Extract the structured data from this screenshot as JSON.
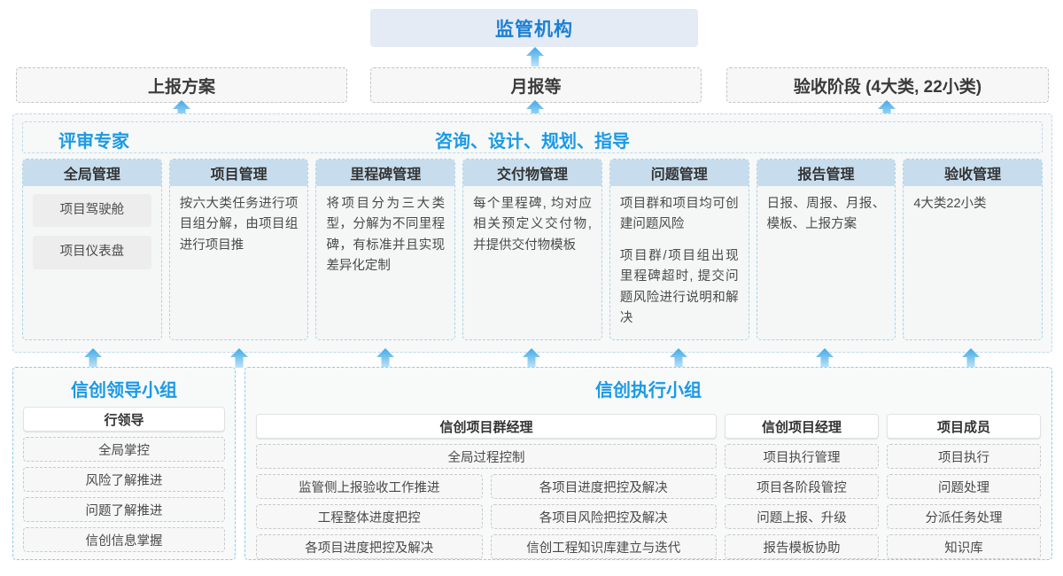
{
  "top": {
    "regulator": "监管机构",
    "report_boxes": [
      {
        "label": "上报方案"
      },
      {
        "label": "月报等"
      },
      {
        "label": "验收阶段 (4大类, 22小类)"
      }
    ]
  },
  "middle": {
    "header_left": "评审专家",
    "header_right": "咨询、设计、规划、指导",
    "cards": [
      {
        "title": "全局管理",
        "pills": [
          "项目驾驶舱",
          "项目仪表盘"
        ],
        "paragraphs": []
      },
      {
        "title": "项目管理",
        "pills": [],
        "paragraphs": [
          "按六大类任务进行项目组分解，由项目组进行项目推"
        ]
      },
      {
        "title": "里程碑管理",
        "pills": [],
        "paragraphs": [
          "将项目分为三大类型，分解为不同里程碑，有标准并且实现差异化定制"
        ]
      },
      {
        "title": "交付物管理",
        "pills": [],
        "paragraphs": [
          "每个里程碑, 均对应相关预定义交付物, 并提供交付物模板"
        ]
      },
      {
        "title": "问题管理",
        "pills": [],
        "paragraphs": [
          "项目群和项目均可创建问题风险",
          "项目群/项目组出现里程碑超时, 提交问题风险进行说明和解决"
        ]
      },
      {
        "title": "报告管理",
        "pills": [],
        "paragraphs": [
          "日报、周报、月报、模板、上报方案"
        ]
      },
      {
        "title": "验收管理",
        "pills": [],
        "paragraphs": [
          "4大类22小类"
        ]
      }
    ]
  },
  "bottom": {
    "left_group": {
      "title": "信创领导小组",
      "role": "行领导",
      "items": [
        "全局掌控",
        "风险了解推进",
        "问题了解推进",
        "信创信息掌握"
      ]
    },
    "right_group": {
      "title": "信创执行小组",
      "program_manager": {
        "role": "信创项目群经理",
        "full_item": "全局过程控制",
        "left_items": [
          "监管侧上报验收工作推进",
          "工程整体进度把控",
          "各项目进度把控及解决"
        ],
        "right_items": [
          "各项目进度把控及解决",
          "各项目风险把控及解决",
          "信创工程知识库建立与迭代"
        ]
      },
      "project_manager": {
        "role": "信创项目经理",
        "items": [
          "项目执行管理",
          "项目各阶段管控",
          "问题上报、升级",
          "报告模板协助"
        ]
      },
      "project_member": {
        "role": "项目成员",
        "items": [
          "项目执行",
          "问题处理",
          "分派任务处理",
          "知识库"
        ]
      }
    }
  },
  "colors": {
    "accent_blue": "#1a9ae6",
    "title_blue": "#1a7fd4",
    "regulator_bg": "#e4ebf5",
    "card_head_bg": "#c7dded",
    "arrow_blue": "#3fa9e8"
  }
}
